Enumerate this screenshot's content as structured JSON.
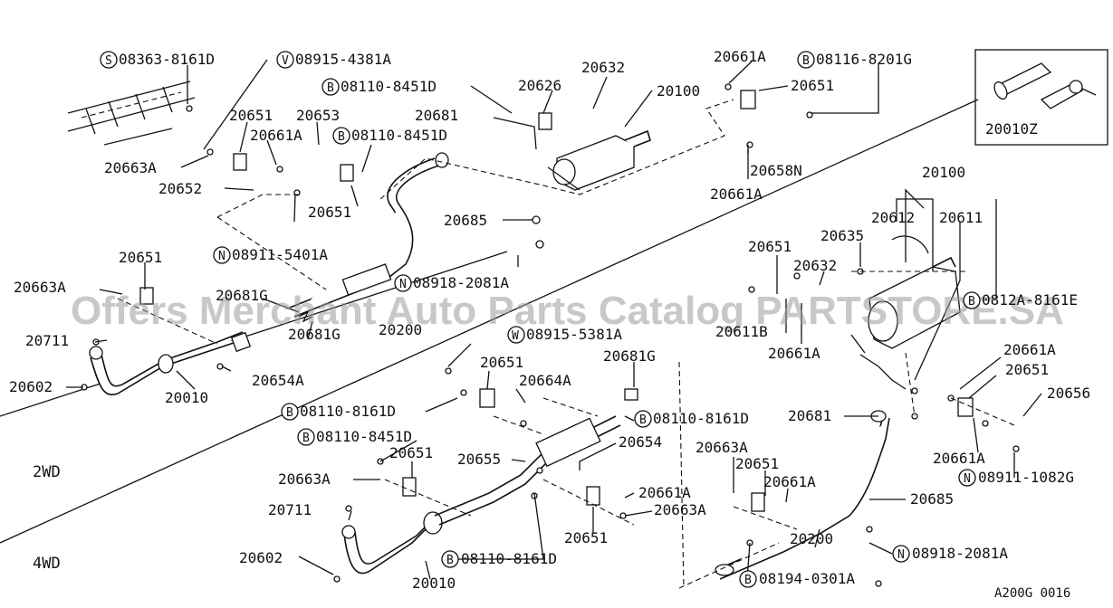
{
  "diagram": {
    "watermark": "Offers Merchant Auto Parts Catalog PARTSTORE.SA",
    "sections": {
      "two_wd": "2WD",
      "four_wd": "4WD"
    },
    "figure_code": "A200G 0016",
    "inset_label": "20010Z",
    "labels": {
      "s_08363": "08363-8161D",
      "v_08915_4381": "08915-4381A",
      "b_08110_8451_top": "08110-8451D",
      "p20626": "20626",
      "p20632_top": "20632",
      "p20100_top": "20100",
      "p20661A_top": "20661A",
      "b_08116": "08116-8201G",
      "p20651_topright": "20651",
      "p20651_a": "20651",
      "p20653": "20653",
      "p20661A_a": "20661A",
      "b_08110_8451_b": "08110-8451D",
      "p20681": "20681",
      "p20663A_a": "20663A",
      "p20652": "20652",
      "p20651_b": "20651",
      "p20685_top": "20685",
      "p20658N": "20658N",
      "p20661A_b": "20661A",
      "n_08911_5401": "08911-5401A",
      "p20651_c": "20651",
      "p20663A_b": "20663A",
      "p20681G_a": "20681G",
      "n_08918_top": "08918-2081A",
      "p20711_a": "20711",
      "p20681G_b": "20681G",
      "p20200_a": "20200",
      "p20654A": "20654A",
      "p20602_a": "20602",
      "p20010_a": "20010",
      "p20100_right": "20100",
      "p20612": "20612",
      "p20611": "20611",
      "p20635": "20635",
      "p20651_r1": "20651",
      "p20632_r": "20632",
      "b_0812": "0812A-8161E",
      "p20611B": "20611B",
      "p20661A_r1": "20661A",
      "w_08915_5381": "08915-5381A",
      "p20681G_c": "20681G",
      "p20651_d": "20651",
      "p20664A": "20664A",
      "b_08110_8161_a": "08110-8161D",
      "b_08110_8161_b": "08110-8161D",
      "b_08110_8451_c": "08110-8451D",
      "p20651_e": "20651",
      "p20655": "20655",
      "p20654": "20654",
      "p20663A_c": "20663A",
      "p20663A_d": "20663A",
      "p20651_f": "20651",
      "p20661A_c": "20661A",
      "p20661A_d": "20661A",
      "p20663A_e": "20663A",
      "p20711_b": "20711",
      "p20651_g": "20651",
      "p20602_b": "20602",
      "b_08110_8161_c": "08110-8161D",
      "p20010_b": "20010",
      "p20661A_r2": "20661A",
      "p20651_r2": "20651",
      "p20656": "20656",
      "p20681_r": "20681",
      "p20661A_r3": "20661A",
      "n_08911_1082": "08911-1082G",
      "p20685_r": "20685",
      "p20200_b": "20200",
      "n_08918_r": "08918-2081A",
      "b_08194": "08194-0301A"
    },
    "markers": {
      "s": "S",
      "v": "V",
      "b": "B",
      "n": "N",
      "w": "W"
    }
  }
}
